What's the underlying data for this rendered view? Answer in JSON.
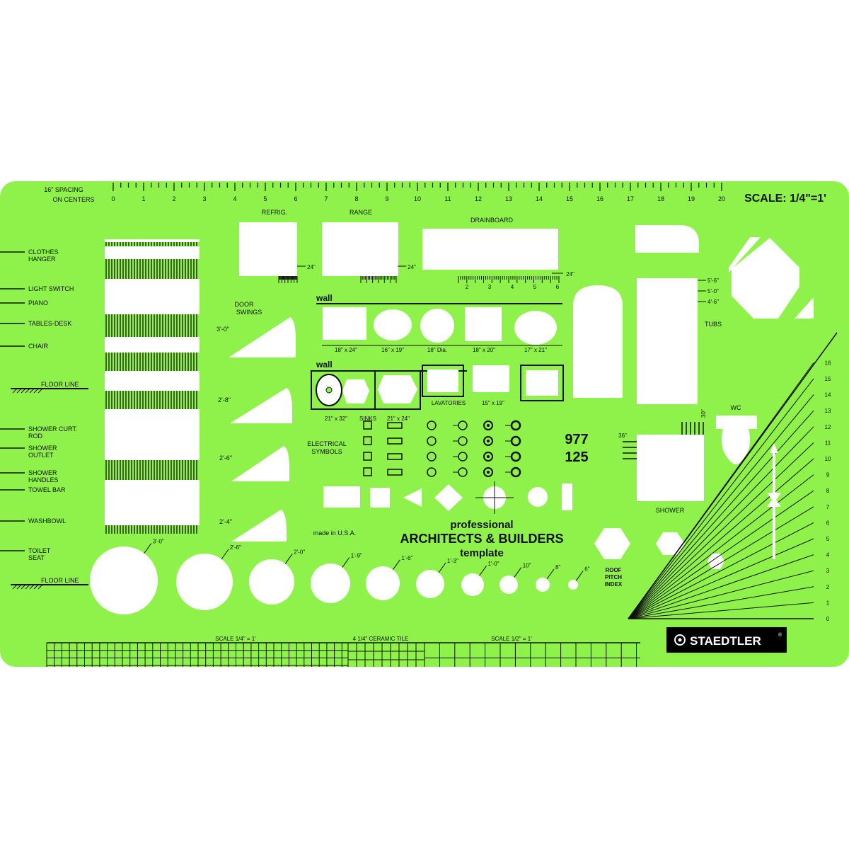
{
  "template": {
    "background_color": "#8ef24a",
    "cutout_color": "#ffffff",
    "ink_color": "#111111",
    "top_left_label_1": "16\" SPACING",
    "top_left_label_2": "ON CENTERS",
    "scale_main": "SCALE: 1/4\"=1'",
    "ruler_numbers": [
      "0",
      "1",
      "2",
      "3",
      "4",
      "5",
      "6",
      "7",
      "8",
      "9",
      "10",
      "11",
      "12",
      "13",
      "14",
      "15",
      "16",
      "17",
      "18",
      "19",
      "20"
    ],
    "left_labels": [
      {
        "line1": "CLOTHES",
        "line2": "HANGER"
      },
      {
        "line1": "LIGHT SWITCH",
        "line2": ""
      },
      {
        "line1": "PIANO",
        "line2": ""
      },
      {
        "line1": "TABLES-DESK",
        "line2": ""
      },
      {
        "line1": "CHAIR",
        "line2": ""
      },
      {
        "line1": "FLOOR LINE",
        "line2": ""
      },
      {
        "line1": "SHOWER CURT.",
        "line2": "ROD"
      },
      {
        "line1": "SHOWER",
        "line2": "OUTLET"
      },
      {
        "line1": "SHOWER",
        "line2": "HANDLES"
      },
      {
        "line1": "TOWEL BAR",
        "line2": ""
      },
      {
        "line1": "WASHBOWL",
        "line2": ""
      },
      {
        "line1": "TOILET",
        "line2": "SEAT"
      },
      {
        "line1": "FLOOR LINE",
        "line2": ""
      }
    ],
    "appliances": {
      "refrig": "REFRIG.",
      "range": "RANGE",
      "drainboard": "DRAINBOARD",
      "dim_24": "24\""
    },
    "door_swings": {
      "title_1": "DOOR",
      "title_2": "SWINGS",
      "sizes": [
        "3'-0\"",
        "2'-8\"",
        "2'-6\"",
        "2'-4\""
      ]
    },
    "wall_label": "wall",
    "bowl_sizes": [
      "18\" x 24\"",
      "16\" x 19\"",
      "18\" Dia.",
      "18\" x 20\"",
      "17\" x 21\""
    ],
    "sinks": {
      "left": "21\" x 32\"",
      "label": "SINKS",
      "right": "21\" x 24\""
    },
    "lavatories": {
      "label": "LAVATORIES",
      "size": "15\" x 19\""
    },
    "electrical": {
      "line1": "ELECTRICAL",
      "line2": "SYMBOLS"
    },
    "model": {
      "line1": "977",
      "line2": "125"
    },
    "made_in": "made in U.S.A.",
    "title": {
      "line1": "professional",
      "line2": "ARCHITECTS & BUILDERS",
      "line3": "template"
    },
    "circle_sizes": [
      "3'-0\"",
      "2'-6\"",
      "2'-0\"",
      "1'-9\"",
      "1'-6\"",
      "1'-3\"",
      "1'-0\"",
      "10\"",
      "8\"",
      "6\""
    ],
    "tubs": {
      "label": "TUBS",
      "sizes": [
        "5'-6\"",
        "5'-0\"",
        "4'-6\""
      ]
    },
    "wc": "WC",
    "shower": {
      "label": "SHOWER",
      "size_36": "36\"",
      "size_30": "30\""
    },
    "roof": {
      "line1": "ROOF",
      "line2": "PITCH",
      "line3": "INDEX"
    },
    "pitch_numbers": [
      "0",
      "1",
      "2",
      "3",
      "4",
      "5",
      "6",
      "7",
      "8",
      "9",
      "10",
      "11",
      "12",
      "13",
      "14",
      "15",
      "16"
    ],
    "bottom": {
      "scale_quarter": "SCALE 1/4\" = 1'",
      "tile": "4 1/4\" CERAMIC TILE",
      "scale_half": "SCALE 1/2\" = 1'"
    },
    "brand": {
      "name": "STAEDTLER",
      "registered": "®"
    }
  }
}
